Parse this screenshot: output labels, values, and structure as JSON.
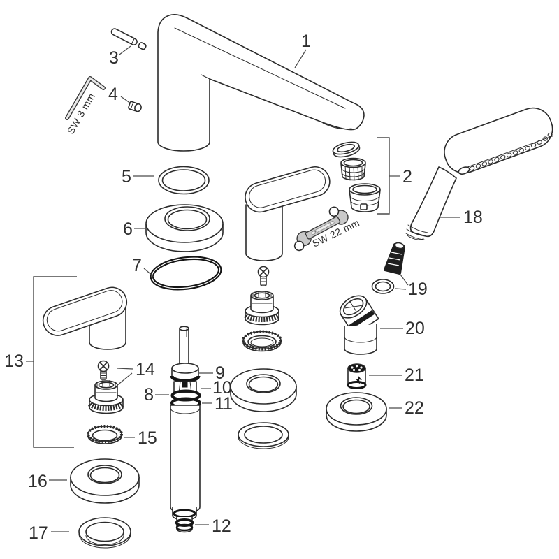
{
  "diagram": {
    "kind": "exploded-parts-diagram",
    "subject": "single-lever-faucet-with-hand-shower",
    "labels": {
      "1": "1",
      "2": "2",
      "3": "3",
      "4": "4",
      "5": "5",
      "6": "6",
      "7": "7",
      "8": "8",
      "9": "9",
      "10": "10",
      "11": "11",
      "12": "12",
      "13": "13",
      "14": "14",
      "15": "15",
      "16": "16",
      "17": "17",
      "18": "18",
      "19": "19",
      "20": "20",
      "21": "21",
      "22": "22"
    },
    "tools": {
      "allen_key": "SW 3 mm",
      "wrench": "SW 22 mm"
    },
    "colors": {
      "background": "#ffffff",
      "line": "#2b2b2b",
      "dark_part": "#161616",
      "metal_gray": "#c9c9c9"
    }
  }
}
